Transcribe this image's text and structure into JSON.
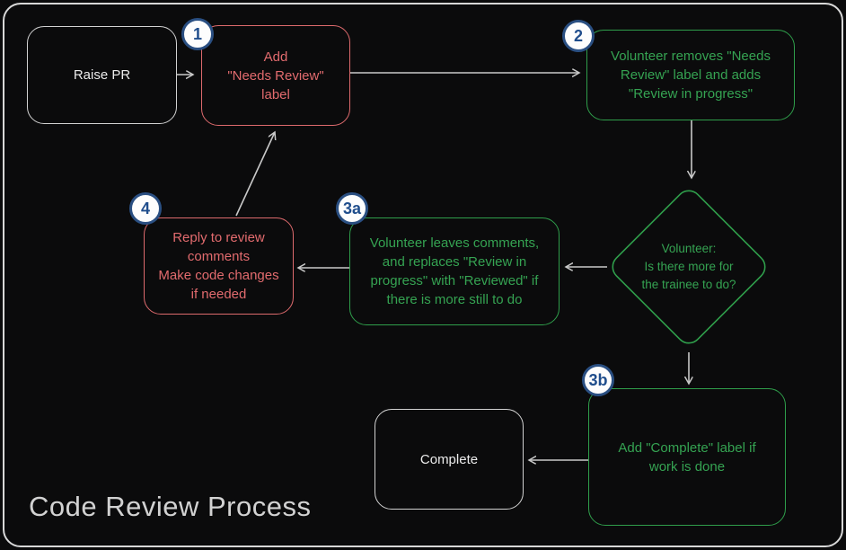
{
  "title": "Code Review Process",
  "colors": {
    "background": "#0b0b0c",
    "frame_border": "#d8d8d8",
    "red_node": "#e26b6e",
    "green_node": "#2f9e4b",
    "white_node": "#ececec",
    "arrow": "#c9c9c9",
    "badge_fill": "#fdfdfd",
    "badge_border": "#2a4f82",
    "badge_text": "#1f4d8c"
  },
  "nodes": {
    "raise_pr": {
      "label": "Raise PR"
    },
    "add_needs_review": {
      "badge": "1",
      "label": "Add\n\"Needs Review\"\nlabel"
    },
    "volunteer_removes": {
      "badge": "2",
      "label": "Volunteer removes \"Needs\nReview\" label and adds\n\"Review in progress\""
    },
    "decision": {
      "label": "Volunteer:\nIs there more for\nthe trainee to do?"
    },
    "volunteer_comments": {
      "badge": "3a",
      "label": "Volunteer leaves comments,\nand replaces \"Review in\nprogress\" with \"Reviewed\" if\nthere is more still to do"
    },
    "reply_to_review": {
      "badge": "4",
      "label": "Reply to review\ncomments\nMake code changes\nif needed"
    },
    "add_complete": {
      "badge": "3b",
      "label": "Add \"Complete\" label if\nwork is done"
    },
    "complete": {
      "label": "Complete"
    }
  }
}
